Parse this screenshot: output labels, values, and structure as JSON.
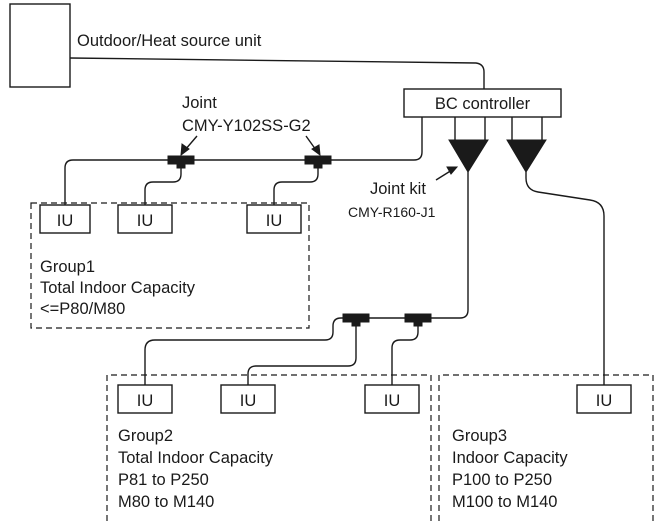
{
  "outdoor_unit": {
    "label": "Outdoor/Heat source unit"
  },
  "bc_controller": {
    "label": "BC controller"
  },
  "joint_callout": {
    "title": "Joint",
    "model": "CMY-Y102SS-G2"
  },
  "joint_kit_callout": {
    "title": "Joint kit",
    "model": "CMY-R160-J1"
  },
  "indoor_unit_label": "IU",
  "group1": {
    "name": "Group1",
    "line1": "Total Indoor Capacity",
    "line2": "<=P80/M80"
  },
  "group2": {
    "name": "Group2",
    "line1": "Total Indoor Capacity",
    "line2": "P81 to P250",
    "line3": "M80 to M140"
  },
  "group3": {
    "name": "Group3",
    "line1": "Indoor Capacity",
    "line2": "P100 to P250",
    "line3": "M100 to M140"
  }
}
